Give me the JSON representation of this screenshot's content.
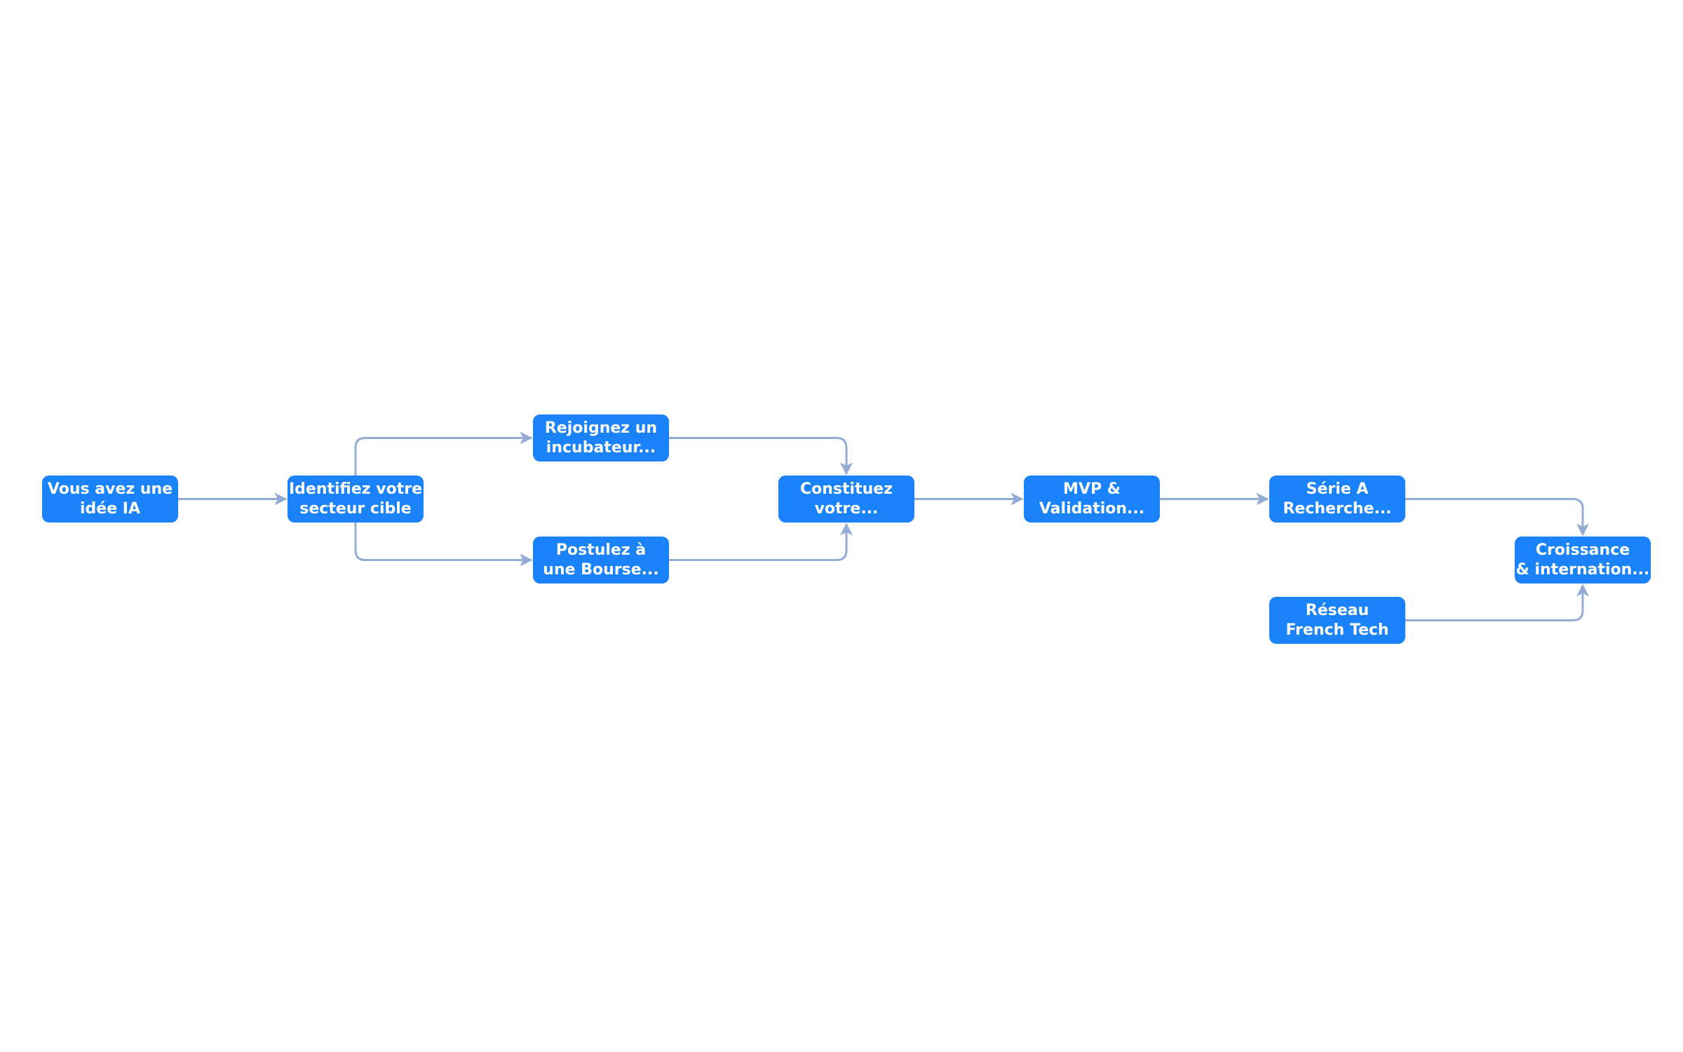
{
  "nodes": [
    {
      "id": "n1",
      "lines": [
        "Vous avez une",
        "idée IA"
      ]
    },
    {
      "id": "n2",
      "lines": [
        "Identifiez votre",
        "secteur cible"
      ]
    },
    {
      "id": "n3",
      "lines": [
        "Rejoignez un",
        "incubateur..."
      ]
    },
    {
      "id": "n4",
      "lines": [
        "Postulez à",
        "une Bourse..."
      ]
    },
    {
      "id": "n5",
      "lines": [
        "Constituez",
        "votre..."
      ]
    },
    {
      "id": "n6",
      "lines": [
        "MVP &",
        "Validation..."
      ]
    },
    {
      "id": "n7",
      "lines": [
        "Série A",
        "Recherche..."
      ]
    },
    {
      "id": "n8",
      "lines": [
        "Croissance",
        "& internation..."
      ]
    },
    {
      "id": "n9",
      "lines": [
        "Réseau",
        "French Tech"
      ]
    }
  ],
  "edges": [
    {
      "from": "n1",
      "to": "n2"
    },
    {
      "from": "n2",
      "to": "n3"
    },
    {
      "from": "n2",
      "to": "n4"
    },
    {
      "from": "n3",
      "to": "n5"
    },
    {
      "from": "n4",
      "to": "n5"
    },
    {
      "from": "n5",
      "to": "n6"
    },
    {
      "from": "n6",
      "to": "n7"
    },
    {
      "from": "n7",
      "to": "n8"
    },
    {
      "from": "n9",
      "to": "n8"
    }
  ],
  "colors": {
    "node_fill": "#1a82fb",
    "node_text": "#ffffff",
    "edge": "#93acd6"
  }
}
